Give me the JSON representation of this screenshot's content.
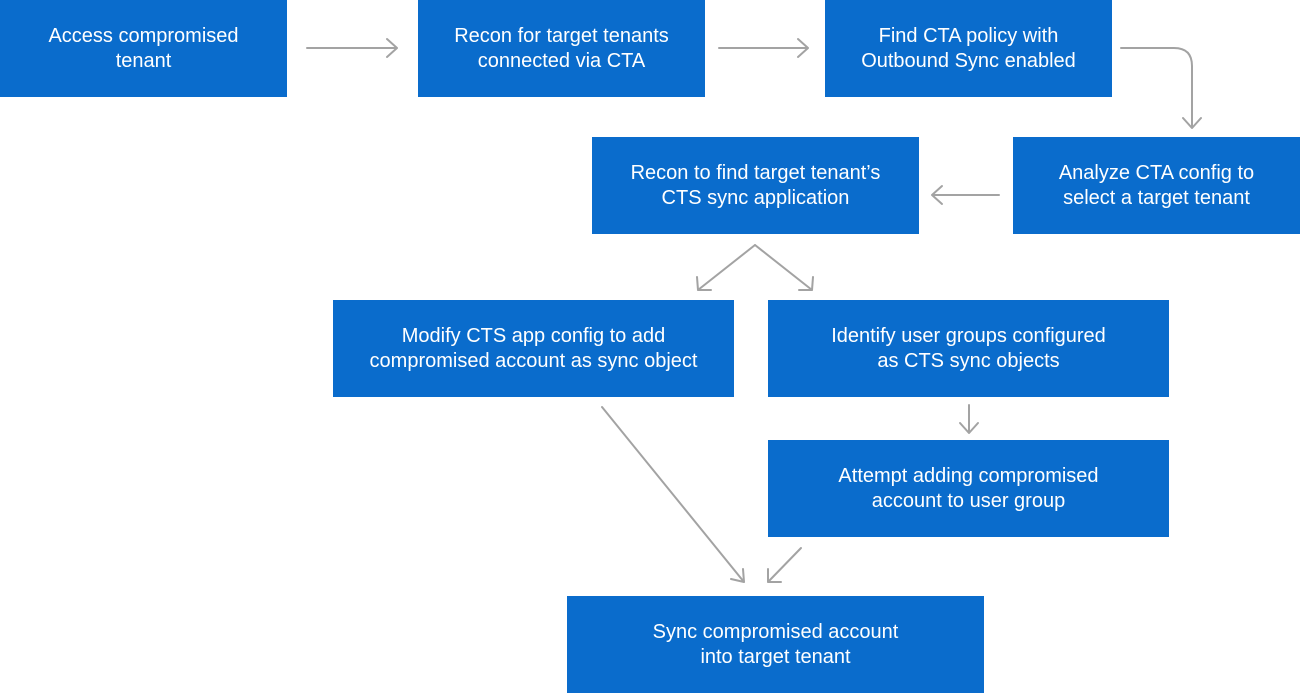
{
  "colors": {
    "box_fill": "#0a6ccc",
    "box_text": "#ffffff",
    "arrow": "#a3a3a3",
    "background": "#ffffff"
  },
  "steps": {
    "access_tenant": "Access compromised\ntenant",
    "recon_tenants": "Recon for target tenants\nconnected via CTA",
    "find_policy": "Find CTA policy with\nOutbound Sync enabled",
    "analyze_config": "Analyze CTA config to\nselect a target tenant",
    "recon_app": "Recon to find target tenant’s\nCTS sync application",
    "modify_app": "Modify CTS app config to add\ncompromised account as sync object",
    "identify_groups": "Identify user groups configured\nas CTS sync objects",
    "attempt_add": "Attempt adding compromised\naccount to user group",
    "sync_account": "Sync compromised account\ninto target tenant"
  }
}
